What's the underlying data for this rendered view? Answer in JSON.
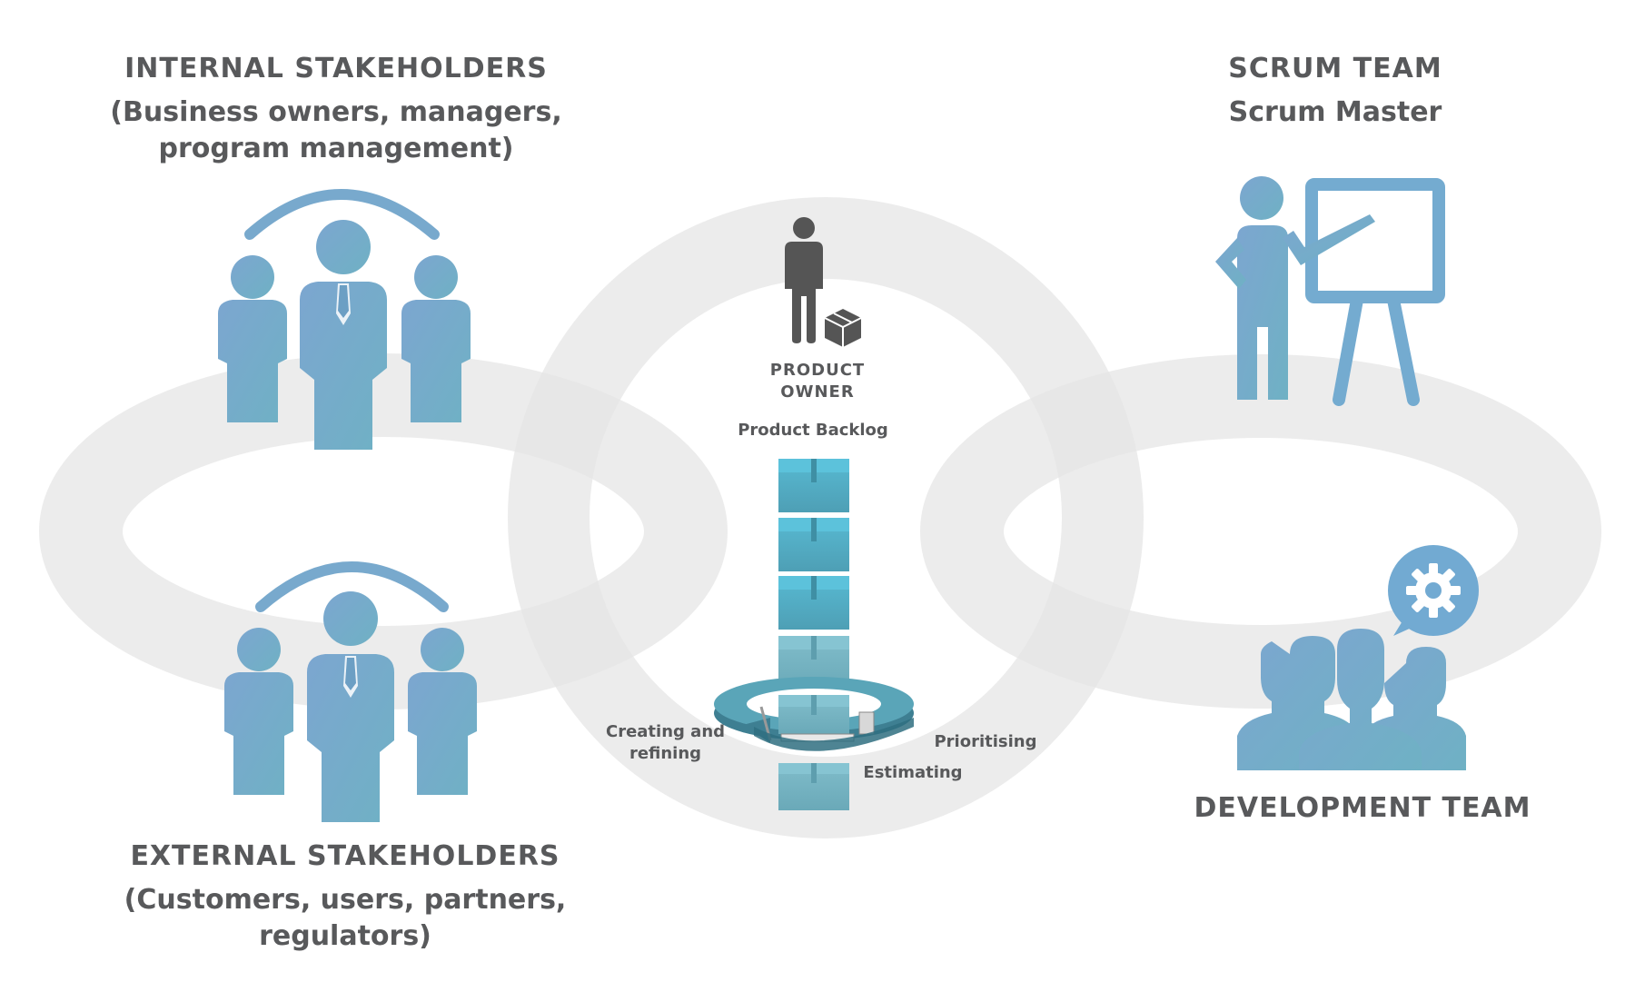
{
  "colors": {
    "icon_gradient_start": "#7fa8cf",
    "icon_gradient_end": "#6fb0c6",
    "ring": "#ededed",
    "text": "#58595b",
    "owner": "#555555",
    "box_top": "#5bbfd8",
    "box_front": "#4fa8bf"
  },
  "icons": {
    "internal": "group-of-three-people-icon",
    "external": "group-of-three-people-icon",
    "scrum_master": "presenter-at-easel-icon",
    "dev_team": "team-with-gear-bubble-icon",
    "product_owner": "person-with-package-icon",
    "backlog": "stacked-boxes-icon",
    "cycle": "circular-arrow-icon"
  },
  "internal": {
    "title": "INTERNAL STAKEHOLDERS",
    "line1": "(Business owners, managers,",
    "line2": "program management)"
  },
  "external": {
    "title": "EXTERNAL STAKEHOLDERS",
    "line1": "(Customers, users, partners,",
    "line2": "regulators)"
  },
  "scrum": {
    "title": "SCRUM TEAM",
    "subtitle": "Scrum Master"
  },
  "dev": {
    "title": "DEVELOPMENT TEAM"
  },
  "product_owner": {
    "line1": "PRODUCT",
    "line2": "OWNER"
  },
  "backlog": {
    "label": "Product Backlog",
    "creating_line1": "Creating and",
    "creating_line2": "refining",
    "prioritising": "Prioritising",
    "estimating": "Estimating"
  }
}
